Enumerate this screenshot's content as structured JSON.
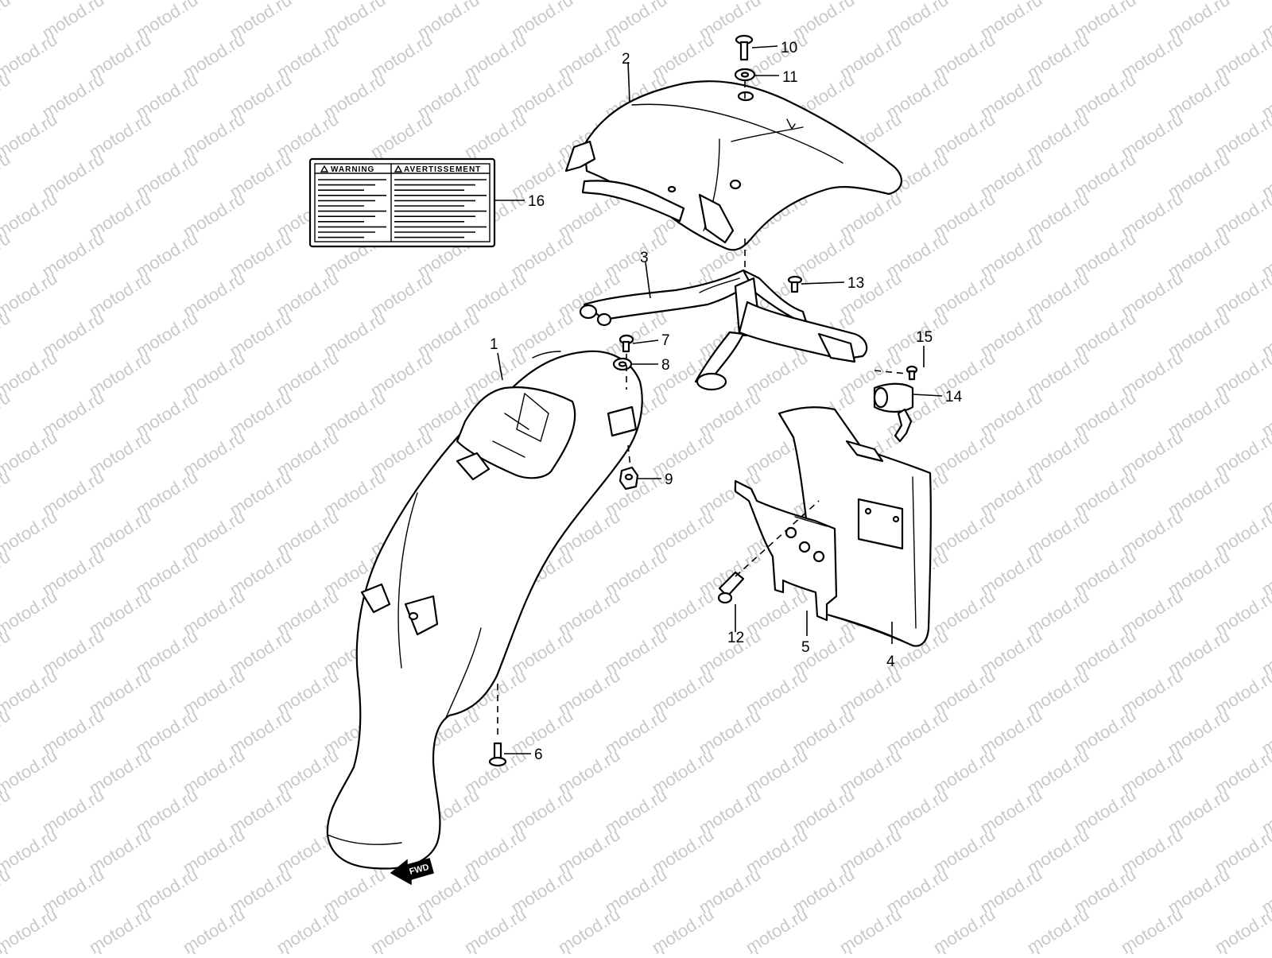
{
  "watermark": {
    "text": "motod.ru"
  },
  "warning_label": {
    "left_heading": "WARNING",
    "right_heading": "AVERTISSEMENT"
  },
  "fwd_arrow": {
    "text": "FWD"
  },
  "callouts": [
    "1",
    "2",
    "3",
    "4",
    "5",
    "6",
    "7",
    "8",
    "9",
    "10",
    "11",
    "12",
    "13",
    "14",
    "15",
    "16"
  ],
  "colors": {
    "line": "#000000",
    "background": "#ffffff",
    "watermark": "#c9c9c9"
  }
}
